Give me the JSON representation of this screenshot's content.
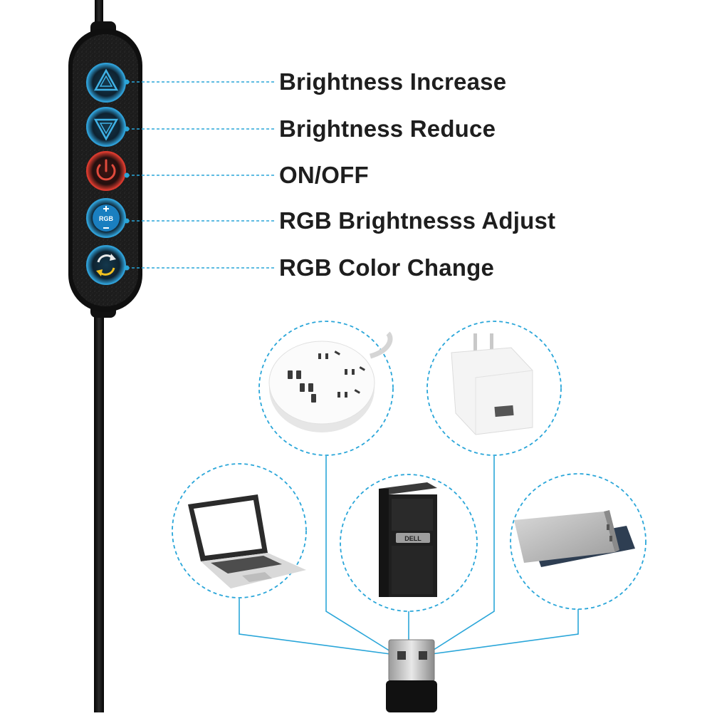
{
  "labels": {
    "brightness_increase": "Brightness Increase",
    "brightness_reduce": "Brightness Reduce",
    "on_off": "ON/OFF",
    "rgb_brightness_adjust": "RGB Brightnesss Adjust",
    "rgb_color_change": "RGB Color Change"
  },
  "rgb_button_text": "RGB",
  "colors": {
    "leader_line": "#2aa6d9",
    "remote_body": "#1b1b1b",
    "button_blue": "#2f9fd6",
    "button_red": "#d83a2e",
    "label_text": "#1e1e1e"
  },
  "icons": [
    "triangle-up-icon",
    "triangle-down-icon",
    "power-icon",
    "rgb-plus-minus-icon",
    "color-cycle-icon",
    "power-strip-icon",
    "wall-charger-icon",
    "laptop-icon",
    "desktop-tower-icon",
    "power-bank-icon",
    "usb-plug-icon"
  ]
}
